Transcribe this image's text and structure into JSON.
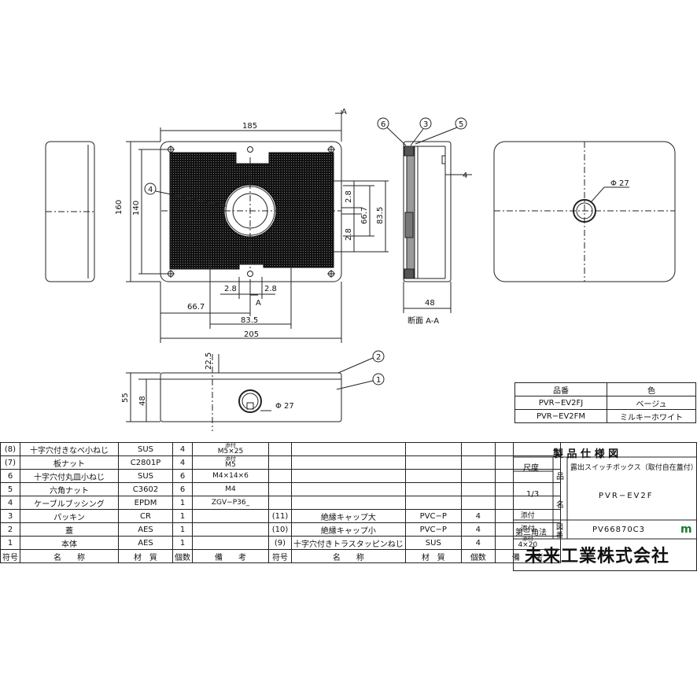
{
  "views": {
    "front_dims": {
      "width_185": "185",
      "height_160": "160",
      "height_140": "140",
      "d_2_8_a": "2.8",
      "d_2_8_b": "2.8",
      "d_66_7": "66.7",
      "d_83_5": "83.5",
      "d_205": "205",
      "section_mark": "A",
      "section_mark_bottom": "A",
      "balloon_4": "4"
    },
    "right_dims": {
      "d_2_8_top": "2.8",
      "d_2_8_bot": "2.8",
      "d_66_7": "66.7",
      "d_83_5": "83.5"
    },
    "section_view": {
      "balloon_6": "6",
      "balloon_3": "3",
      "balloon_5": "5",
      "d_4": "4",
      "d_48": "48",
      "label": "断面 A-A"
    },
    "back_view": {
      "hole_label": "Φ 27"
    },
    "bottom_view": {
      "d_55": "55",
      "d_48": "48",
      "d_22_5": "22.5",
      "hole_label": "Φ 27",
      "balloon_2": "2",
      "balloon_1": "1"
    }
  },
  "color_table": {
    "header": {
      "part_no": "品番",
      "color": "色"
    },
    "rows": [
      {
        "part_no": "PVR−EV2FJ",
        "color": "ベージュ"
      },
      {
        "part_no": "PVR−EV2FM",
        "color": "ミルキーホワイト"
      }
    ]
  },
  "parts_table": {
    "left_rows": [
      {
        "no": "(8)",
        "name": "十字穴付きなべ小ねじ",
        "material": "SUS",
        "qty": "4",
        "note_top": "添付",
        "note": "M5×25"
      },
      {
        "no": "(7)",
        "name": "板ナット",
        "material": "C2801P",
        "qty": "4",
        "note_top": "添付",
        "note": "M5"
      },
      {
        "no": "6",
        "name": "十字穴付丸皿小ねじ",
        "material": "SUS",
        "qty": "6",
        "note_top": "",
        "note": "M4×14×6"
      },
      {
        "no": "5",
        "name": "六角ナット",
        "material": "C3602",
        "qty": "6",
        "note_top": "",
        "note": "M4"
      },
      {
        "no": "4",
        "name": "ケーブルブッシング",
        "material": "EPDM",
        "qty": "1",
        "note_top": "",
        "note": "ZGV−P36_"
      },
      {
        "no": "3",
        "name": "パッキン",
        "material": "CR",
        "qty": "1",
        "note_top": "",
        "note": ""
      },
      {
        "no": "2",
        "name": "蓋",
        "material": "AES",
        "qty": "1",
        "note_top": "",
        "note": ""
      },
      {
        "no": "1",
        "name": "本体",
        "material": "AES",
        "qty": "1",
        "note_top": "",
        "note": ""
      }
    ],
    "right_rows": [
      {
        "no": "",
        "name": "",
        "material": "",
        "qty": "",
        "note_top": "",
        "note": ""
      },
      {
        "no": "",
        "name": "",
        "material": "",
        "qty": "",
        "note_top": "",
        "note": ""
      },
      {
        "no": "",
        "name": "",
        "material": "",
        "qty": "",
        "note_top": "",
        "note": ""
      },
      {
        "no": "",
        "name": "",
        "material": "",
        "qty": "",
        "note_top": "",
        "note": ""
      },
      {
        "no": "",
        "name": "",
        "material": "",
        "qty": "",
        "note_top": "",
        "note": ""
      },
      {
        "no": "(11)",
        "name": "絶縁キャップ大",
        "material": "PVC−P",
        "qty": "4",
        "note_top": "",
        "note": "添付"
      },
      {
        "no": "(10)",
        "name": "絶縁キャップ小",
        "material": "PVC−P",
        "qty": "4",
        "note_top": "",
        "note": "添付"
      },
      {
        "no": "(9)",
        "name": "十字穴付きトラスタッピンねじ",
        "material": "SUS",
        "qty": "4",
        "note_top": "添付",
        "note": "4×20"
      }
    ],
    "header": {
      "no": "符号",
      "name": "名　　称",
      "material": "材　質",
      "qty": "個数",
      "note": "備　　考"
    }
  },
  "title_block": {
    "title": "製 品 仕 様 図",
    "scale_label": "尺度",
    "scale": "1/3",
    "product_label": "品",
    "product_label2": "名",
    "product_desc": "露出スイッチボックス（取付自在蓋付）",
    "product_no": "PVR−EV2F",
    "projection": "第三角法",
    "drawing_label": "図",
    "drawing_label2": "番",
    "drawing_no": "PV66870C3",
    "company": "未来工業株式会社"
  }
}
